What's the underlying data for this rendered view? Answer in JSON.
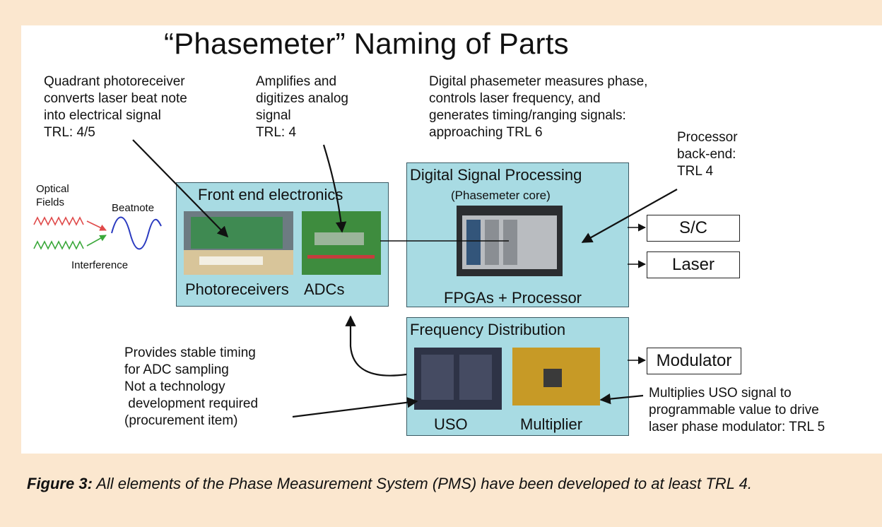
{
  "title": "“Phasemeter” Naming of Parts",
  "notes": {
    "photoreceiver": "Quadrant photoreceiver\nconverts laser beat note\ninto electrical signal\nTRL: 4/5",
    "adc": "Amplifies and\ndigitizes analog\nsignal\nTRL: 4",
    "phasemeter": "Digital phasemeter measures phase,\ncontrols laser frequency, and\ngenerates timing/ranging signals:\napproaching TRL 6",
    "processor": "Processor\nback-end:\nTRL 4",
    "uso": "Provides stable timing\nfor ADC sampling\nNot a technology\n development required\n(procurement item)",
    "multiplier": "Multiplies USO signal to\nprogrammable value to drive\nlaser phase modulator: TRL 5"
  },
  "interference": {
    "optical_fields": "Optical\nFields",
    "beatnote": "Beatnote",
    "interference": "Interference"
  },
  "front_end": {
    "title": "Front end electronics",
    "photoreceivers": "Photoreceivers",
    "adcs": "ADCs"
  },
  "dsp": {
    "title": "Digital Signal Processing",
    "subtitle": "(Phasemeter core)",
    "footer": "FPGAs + Processor"
  },
  "freq": {
    "title": "Frequency Distribution",
    "uso": "USO",
    "multiplier": "Multiplier"
  },
  "outputs": {
    "sc": "S/C",
    "laser": "Laser",
    "modulator": "Modulator"
  },
  "caption": {
    "label": "Figure 3:",
    "text": "  All elements of the Phase Measurement System (PMS) have been developed to at least TRL 4."
  },
  "colors": {
    "background": "#fbe7cf",
    "box_fill": "#a8dbe3",
    "red_wave": "#e04a4a",
    "green_wave": "#3aa83a",
    "blue_wave": "#2a3ac0"
  }
}
